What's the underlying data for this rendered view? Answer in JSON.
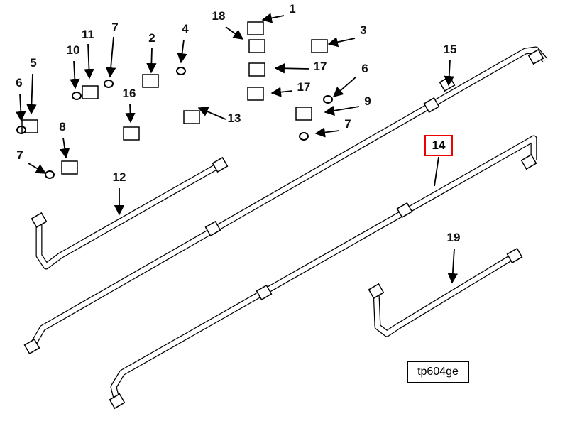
{
  "diagram": {
    "callouts": [
      "1",
      "18",
      "3",
      "4",
      "2",
      "11",
      "7",
      "10",
      "5",
      "6",
      "16",
      "8",
      "7",
      "17",
      "17",
      "6",
      "9",
      "7",
      "13",
      "15",
      "12",
      "19"
    ],
    "highlighted_callout": "14",
    "highlight_color": "#e00000",
    "drawing_code": "tp604ge"
  }
}
